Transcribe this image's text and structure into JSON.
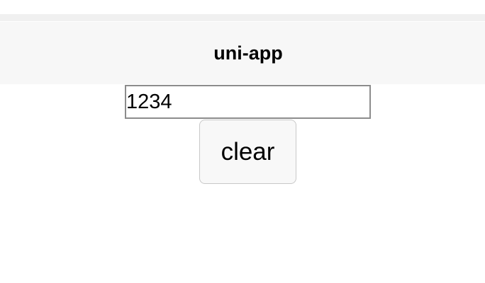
{
  "navbar": {
    "title": "uni-app"
  },
  "form": {
    "input_value": "1234",
    "clear_label": "clear"
  }
}
